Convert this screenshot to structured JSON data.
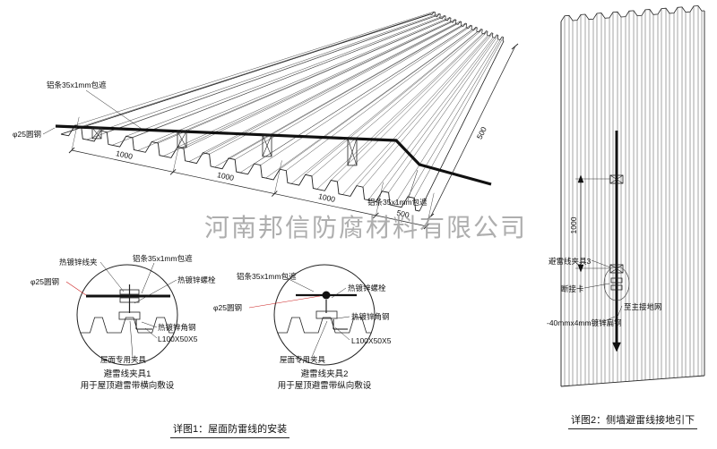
{
  "watermark": "河南邦信防腐材料有限公司",
  "colors": {
    "line": "#222222",
    "red": "#cc2222",
    "watermark": "#9a9a9a"
  },
  "detail1": {
    "caption": "详图1：屋面防雷线的安装",
    "roof": {
      "label_alu_top": "铝条35x1mm包遮",
      "label_alu_right": "铝条35x1mm包遮",
      "label_round_steel": "φ25圆钢",
      "dims_front": [
        "1000",
        "1000",
        "1000",
        "500"
      ],
      "dim_side": "500"
    },
    "clamp1": {
      "title": "避雷线夹具1",
      "subtitle": "用于屋顶避雷带横向敷设",
      "labels": {
        "wire_clip": "热镀锌线夹",
        "alu_strip": "铝条35x1mm包遮",
        "bolt": "热镀锌螺栓",
        "round_steel": "φ25圆钢",
        "angle_steel": "热镀锌角钢",
        "angle_spec": "L100X50X5",
        "roof_fixture": "屋面专用夹具"
      }
    },
    "clamp2": {
      "title": "避雷线夹具2",
      "subtitle": "用于屋顶避雷带纵向敷设",
      "labels": {
        "alu_strip": "铝条35x1mm包遮",
        "bolt": "热镀锌螺栓",
        "round_steel": "φ25圆钢",
        "angle_steel": "热镀锌角钢",
        "angle_spec": "L100X50X5",
        "roof_fixture": "屋面专用夹具"
      }
    }
  },
  "detail2": {
    "caption": "详图2：侧墙避雷线接地引下",
    "labels": {
      "clamp3": "避雷线夹具3",
      "disconnect": "断接卡",
      "to_ground": "至主接地网",
      "flat_steel": "-40mmx4mm镀锌扁钢",
      "dim_spacing": "1000"
    }
  }
}
